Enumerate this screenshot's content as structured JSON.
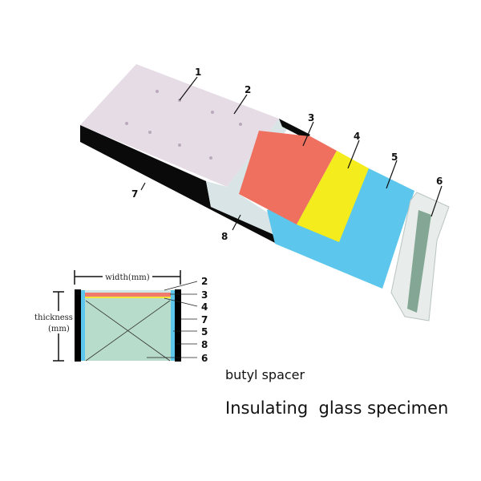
{
  "illustration": {
    "callouts": [
      "1",
      "2",
      "3",
      "4",
      "5",
      "6",
      "7",
      "8"
    ],
    "colors": {
      "cover_glass": "#e6dce6",
      "butyl_sealant": "#f07060",
      "yellow_layer": "#f4ec1c",
      "blue_layer": "#5cc6ec",
      "frame": "#0a0a0a",
      "spacer_face": "#d8e4e6"
    }
  },
  "cross_section": {
    "width_label": "width(mm)",
    "thickness_label": "thickness",
    "thickness_unit": "(mm)",
    "callouts": [
      "2",
      "3",
      "4",
      "7",
      "5",
      "8",
      "6"
    ],
    "colors": {
      "fill": "#b8dccc",
      "red": "#f07a6c",
      "yellow": "#f2e83a",
      "blue": "#5cc6ec",
      "bar": "#000000"
    }
  },
  "captions": {
    "subtitle": "butyl spacer",
    "title": "Insulating  glass specimen"
  }
}
